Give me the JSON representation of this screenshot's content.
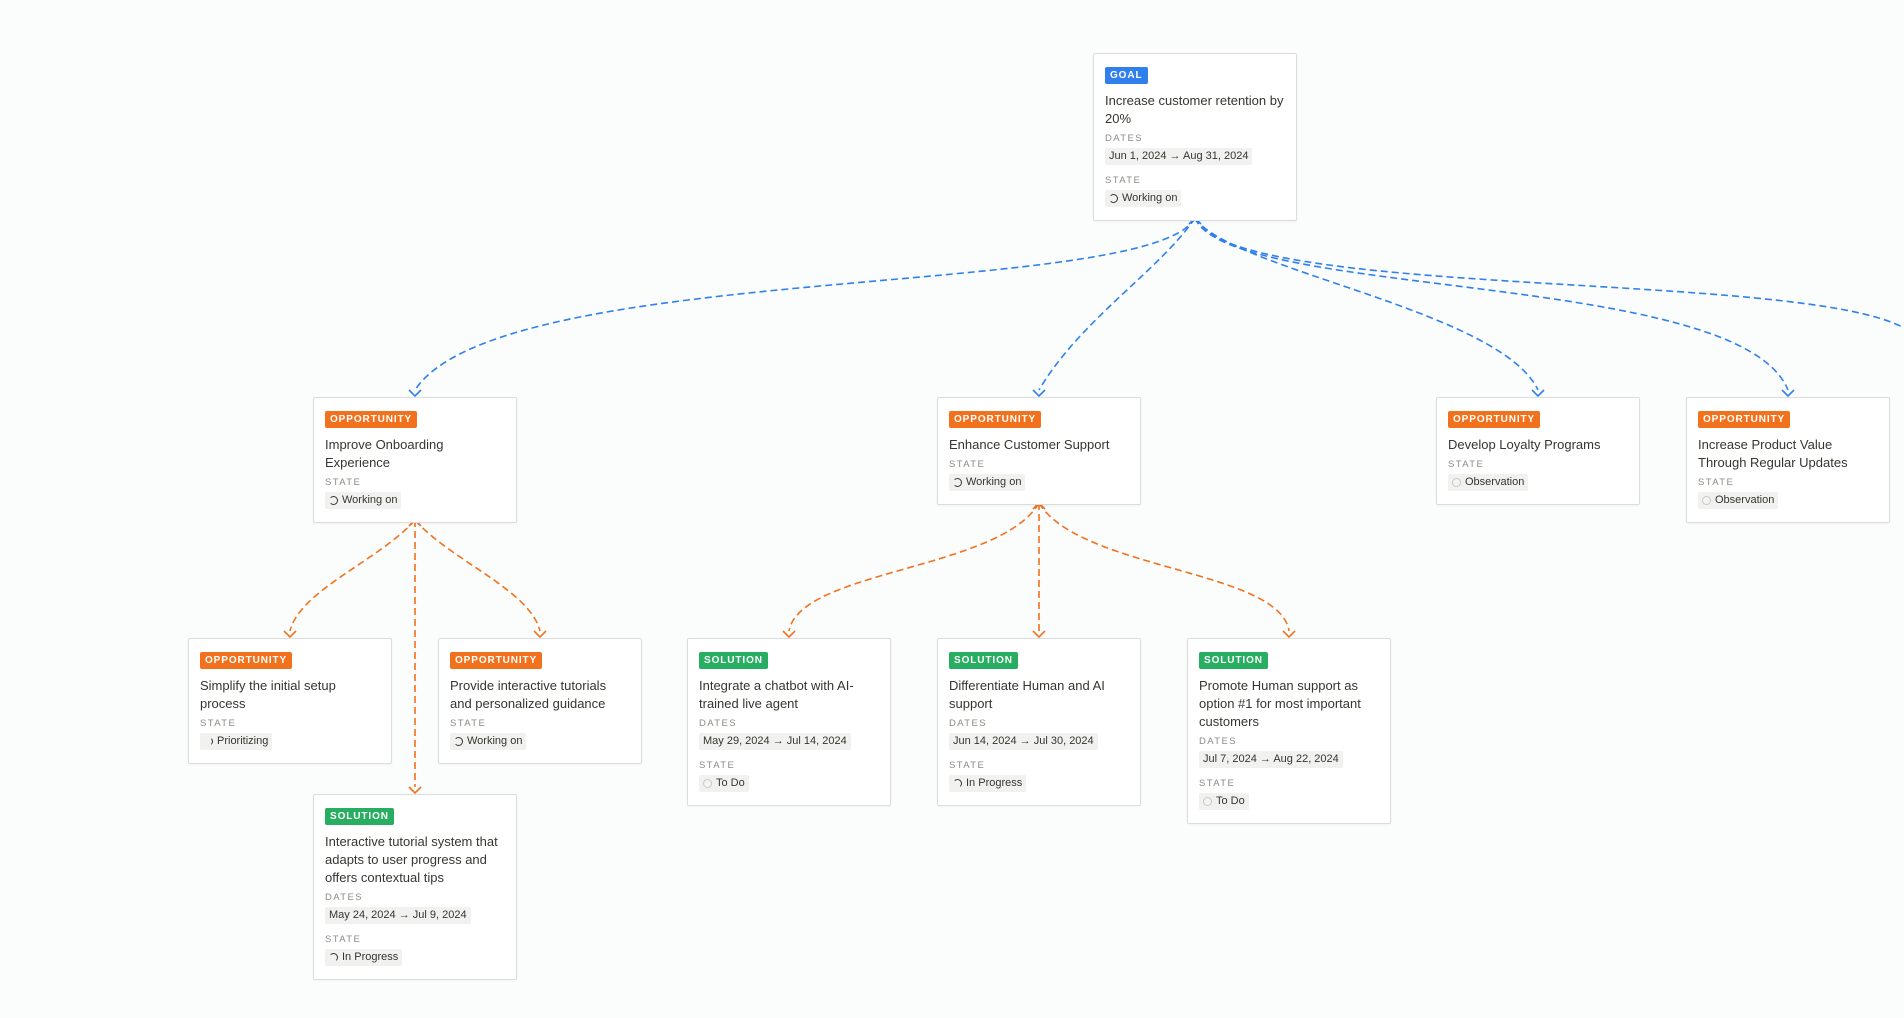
{
  "labels": {
    "dates": "DATES",
    "state": "STATE"
  },
  "colors": {
    "goal": "#2f80ed",
    "opportunity": "#f2711c",
    "solution": "#27ae60"
  },
  "nodes": {
    "goal": {
      "type": "GOAL",
      "title": "Increase customer retention by 20%",
      "dates": "Jun 1, 2024 → Aug 31, 2024",
      "state": "Working on",
      "state_icon": "working-on-icon"
    },
    "opp_onboarding": {
      "type": "OPPORTUNITY",
      "title": "Improve Onboarding Experience",
      "state": "Working on",
      "state_icon": "working-on-icon"
    },
    "opp_support": {
      "type": "OPPORTUNITY",
      "title": "Enhance Customer Support",
      "state": "Working on",
      "state_icon": "working-on-icon"
    },
    "opp_loyalty": {
      "type": "OPPORTUNITY",
      "title": "Develop Loyalty Programs",
      "state": "Observation",
      "state_icon": "observation-icon"
    },
    "opp_value": {
      "type": "OPPORTUNITY",
      "title": "Increase Product Value Through Regular Updates",
      "state": "Observation",
      "state_icon": "observation-icon"
    },
    "opp_setup": {
      "type": "OPPORTUNITY",
      "title": "Simplify the initial setup process",
      "state": "Prioritizing",
      "state_icon": "prioritizing-icon"
    },
    "opp_tutorials": {
      "type": "OPPORTUNITY",
      "title": "Provide interactive tutorials and personalized guidance",
      "state": "Working on",
      "state_icon": "working-on-icon"
    },
    "sol_tutorial_system": {
      "type": "SOLUTION",
      "title": "Interactive tutorial system that adapts to user progress and offers contextual tips",
      "dates": "May 24, 2024 → Jul 9, 2024",
      "state": "In Progress",
      "state_icon": "in-progress-icon"
    },
    "sol_chatbot": {
      "type": "SOLUTION",
      "title": " Integrate a chatbot with AI-trained live agent",
      "dates": "May 29, 2024 → Jul 14, 2024",
      "state": "To Do",
      "state_icon": "to-do-icon"
    },
    "sol_differentiate": {
      "type": "SOLUTION",
      "title": "Differentiate Human and AI support",
      "dates": "Jun 14, 2024 → Jul 30, 2024",
      "state": "In Progress",
      "state_icon": "in-progress-icon"
    },
    "sol_human": {
      "type": "SOLUTION",
      "title": "Promote Human support as option #1 for most important customers",
      "dates": "Jul 7, 2024 → Aug 22, 2024",
      "state": "To Do",
      "state_icon": "to-do-icon"
    }
  }
}
